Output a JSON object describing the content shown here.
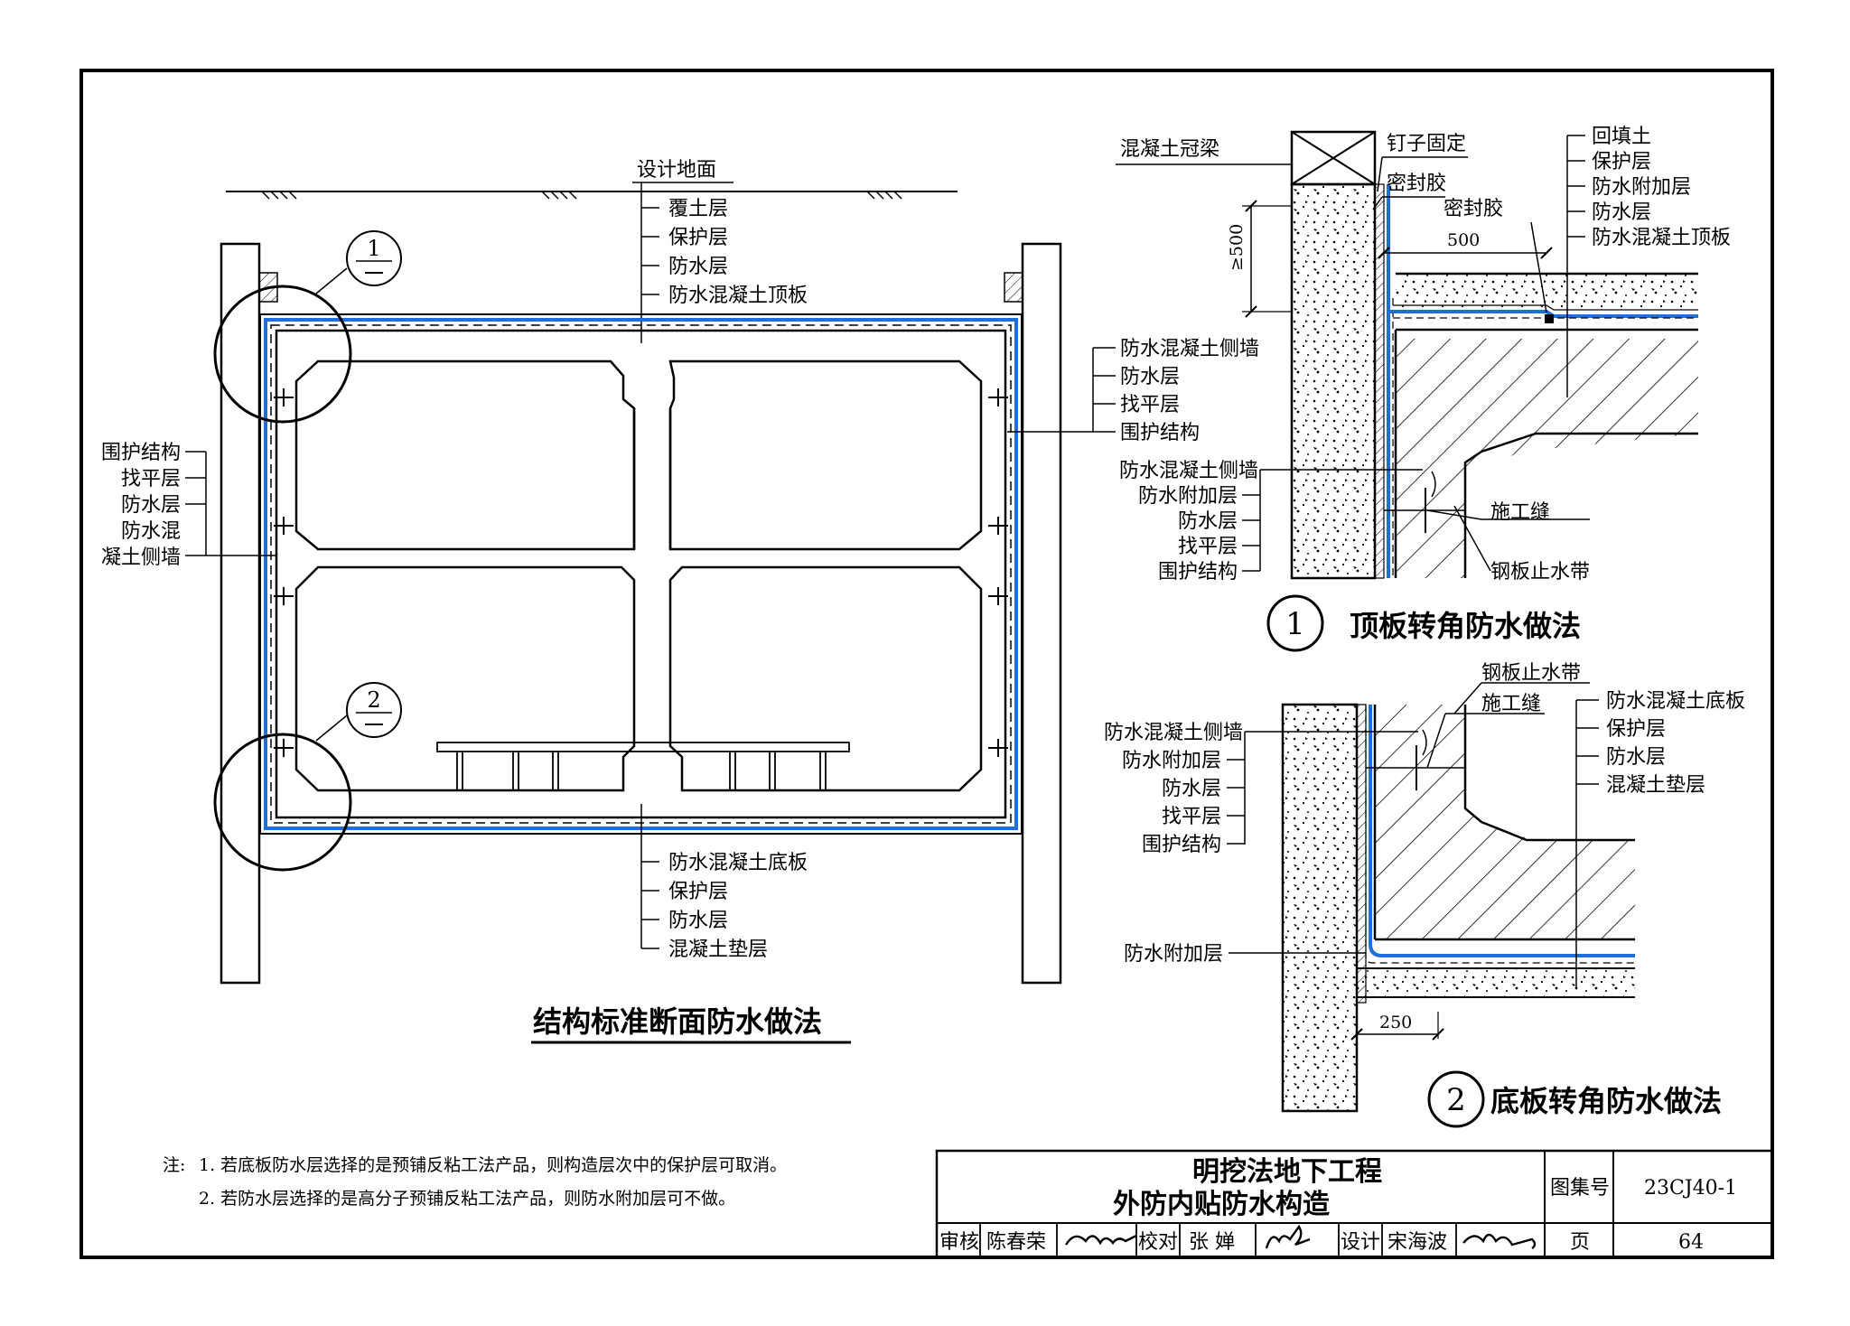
{
  "main_section": {
    "ground_label": "设计地面",
    "top_labels": [
      "覆土层",
      "保护层",
      "防水层",
      "防水混凝土顶板"
    ],
    "right_labels": [
      "防水混凝土侧墙",
      "防水层",
      "找平层",
      "围护结构"
    ],
    "left_labels": [
      "围护结构",
      "找平层",
      "防水层",
      "防水混",
      "凝土侧墙"
    ],
    "bottom_labels": [
      "防水混凝土底板",
      "保护层",
      "防水层",
      "混凝土垫层"
    ],
    "callout_1": "1",
    "callout_2": "2",
    "title": "结构标准断面防水做法"
  },
  "detail_1": {
    "crown_beam_label": "混凝土冠梁",
    "nail_label": "钉子固定",
    "sealant_label_1": "密封胶",
    "sealant_label_2": "密封胶",
    "height_dim": "≥500",
    "width_dim": "500",
    "right_labels": [
      "回填土",
      "保护层",
      "防水附加层",
      "防水层",
      "防水混凝土顶板"
    ],
    "left_labels": [
      "防水混凝土侧墙",
      "防水附加层",
      "防水层",
      "找平层",
      "围护结构"
    ],
    "joint_label": "施工缝",
    "waterstop_label": "钢板止水带",
    "number": "1",
    "title": "顶板转角防水做法"
  },
  "detail_2": {
    "waterstop_label": "钢板止水带",
    "joint_label": "施工缝",
    "right_labels": [
      "防水混凝土底板",
      "保护层",
      "防水层",
      "混凝土垫层"
    ],
    "left_labels": [
      "防水混凝土侧墙",
      "防水附加层",
      "防水层",
      "找平层",
      "围护结构"
    ],
    "bottom_label": "防水附加层",
    "width_dim": "250",
    "number": "2",
    "title": "底板转角防水做法"
  },
  "notes": {
    "prefix": "注:",
    "items": [
      "1. 若底板防水层选择的是预铺反粘工法产品，则构造层次中的保护层可取消。",
      "2. 若防水层选择的是高分子预铺反粘工法产品，则防水附加层可不做。"
    ]
  },
  "title_block": {
    "title_line_1": "明挖法地下工程",
    "title_line_2": "外防内贴防水构造",
    "atlas_label": "图集号",
    "atlas_no": "23CJ40-1",
    "page_label": "页",
    "page_no": "64",
    "review_label": "审核",
    "reviewer": "陈春荣",
    "check_label": "校对",
    "checker": "张 婵",
    "design_label": "设计",
    "designer": "宋海波"
  },
  "colors": {
    "waterproof": "#1e6fd9",
    "line": "#000000"
  }
}
